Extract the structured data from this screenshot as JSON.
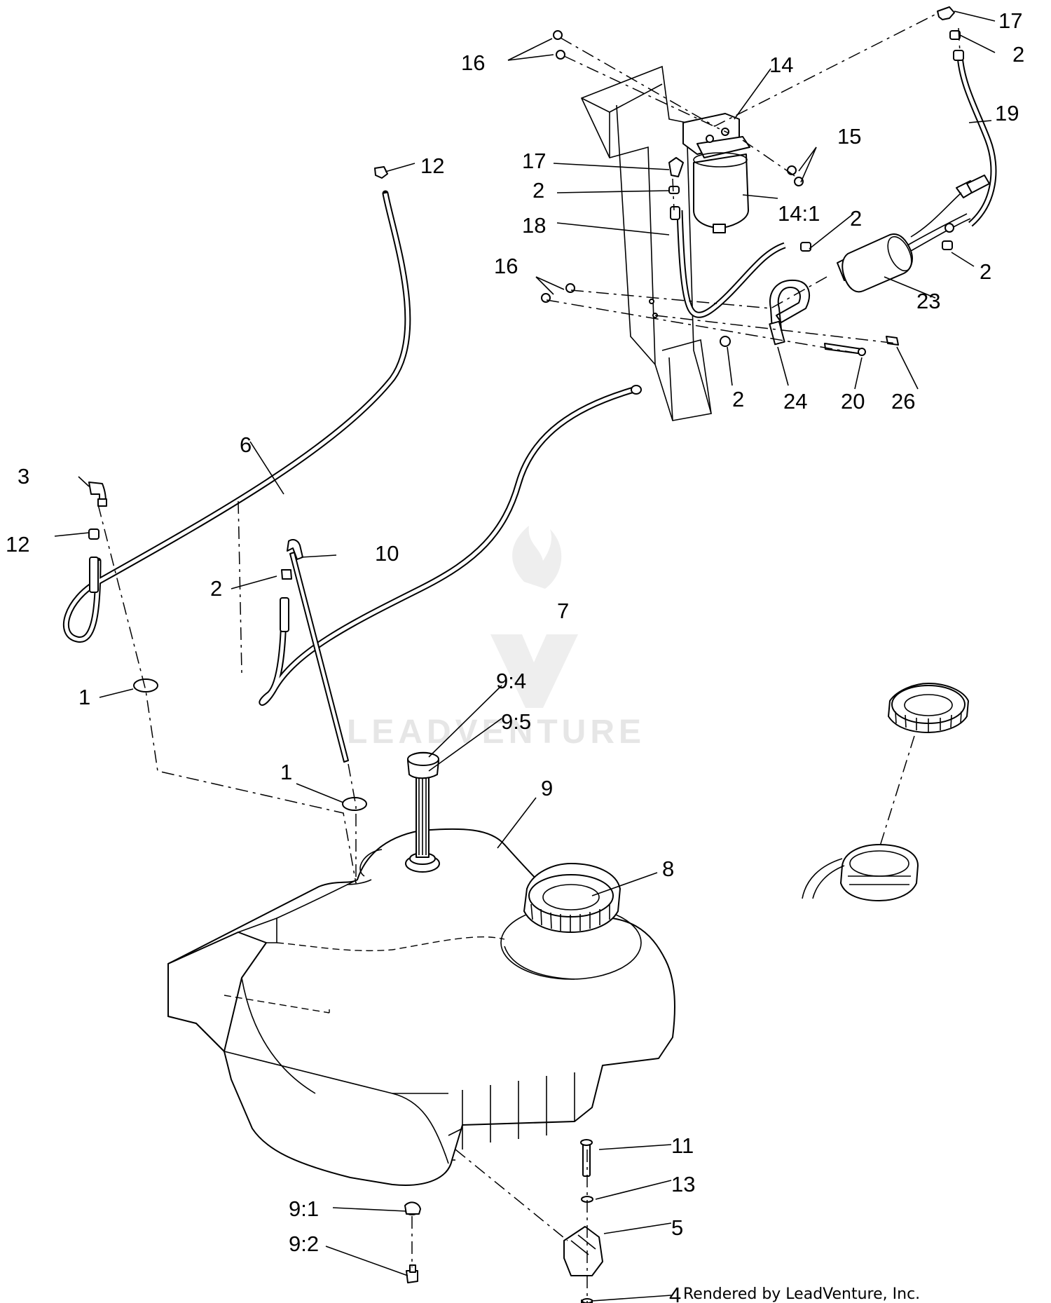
{
  "callouts": {
    "c1a": "1",
    "c1b": "1",
    "c2a": "2",
    "c2b": "2",
    "c2c": "2",
    "c2d": "2",
    "c2e": "2",
    "c2f": "2",
    "c3": "3",
    "c4": "4",
    "c5": "5",
    "c6": "6",
    "c7": "7",
    "c8": "8",
    "c9": "9",
    "c9_1": "9:1",
    "c9_2": "9:2",
    "c9_4": "9:4",
    "c9_5": "9:5",
    "c10": "10",
    "c11": "11",
    "c12a": "12",
    "c12b": "12",
    "c13": "13",
    "c14": "14",
    "c14_1": "14:1",
    "c15": "15",
    "c16a": "16",
    "c16b": "16",
    "c17a": "17",
    "c17b": "17",
    "c18": "18",
    "c19": "19",
    "c20": "20",
    "c23": "23",
    "c24": "24",
    "c26": "26"
  },
  "watermark": "LEADVENTURE",
  "credit": "Rendered by LeadVenture, Inc."
}
